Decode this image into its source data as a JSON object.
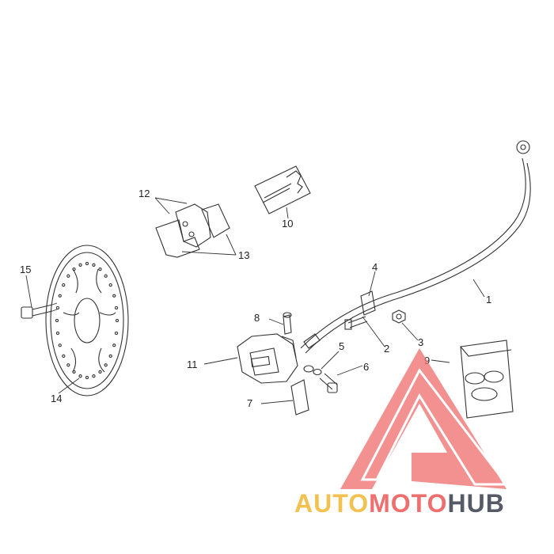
{
  "diagram": {
    "callouts": [
      {
        "id": "c1",
        "text": "1"
      },
      {
        "id": "c2",
        "text": "2"
      },
      {
        "id": "c3",
        "text": "3"
      },
      {
        "id": "c4",
        "text": "4"
      },
      {
        "id": "c5",
        "text": "5"
      },
      {
        "id": "c6",
        "text": "6"
      },
      {
        "id": "c7",
        "text": "7"
      },
      {
        "id": "c8",
        "text": "8"
      },
      {
        "id": "c9",
        "text": "9"
      },
      {
        "id": "c10",
        "text": "10"
      },
      {
        "id": "c11",
        "text": "11"
      },
      {
        "id": "c12",
        "text": "12"
      },
      {
        "id": "c13",
        "text": "13"
      },
      {
        "id": "c14",
        "text": "14"
      },
      {
        "id": "c15",
        "text": "15"
      }
    ]
  },
  "watermark": {
    "part1": "AUTO",
    "part2": "MOTO",
    "part3": "HUB",
    "colors": {
      "auto": "#f2c14f",
      "moto": "#ef6f6f",
      "hub": "#555a66",
      "triangle": "#ef6f6f"
    }
  }
}
